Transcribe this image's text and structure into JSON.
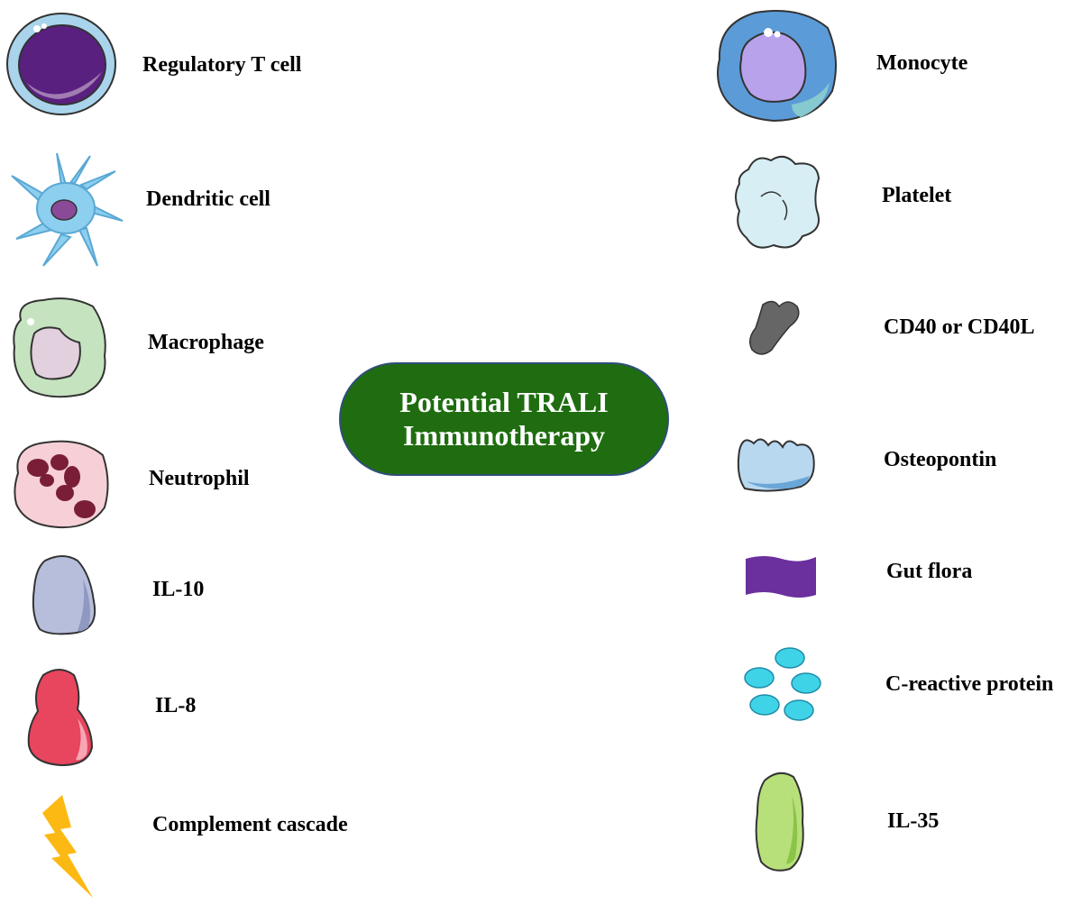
{
  "center": {
    "line1": "Potential TRALI",
    "line2": "Immunotherapy",
    "fill_color": "#1f6d10"
  },
  "left_items": [
    {
      "label": "Regulatory T cell",
      "icon": "regulatory-t-cell-icon"
    },
    {
      "label": "Dendritic cell",
      "icon": "dendritic-cell-icon"
    },
    {
      "label": "Macrophage",
      "icon": "macrophage-icon"
    },
    {
      "label": "Neutrophil",
      "icon": "neutrophil-icon"
    },
    {
      "label": "IL-10",
      "icon": "il-10-icon"
    },
    {
      "label": "IL-8",
      "icon": "il-8-icon"
    },
    {
      "label": "Complement cascade",
      "icon": "lightning-bolt-icon"
    }
  ],
  "right_items": [
    {
      "label": "Monocyte",
      "icon": "monocyte-icon"
    },
    {
      "label": "Platelet",
      "icon": "platelet-icon"
    },
    {
      "label": "CD40 or CD40L",
      "icon": "cd40-icon"
    },
    {
      "label": "Osteopontin",
      "icon": "osteopontin-icon"
    },
    {
      "label": "Gut flora",
      "icon": "gut-flora-icon"
    },
    {
      "label": "C-reactive protein",
      "icon": "c-reactive-protein-icon"
    },
    {
      "label": "IL-35",
      "icon": "il-35-icon"
    }
  ]
}
